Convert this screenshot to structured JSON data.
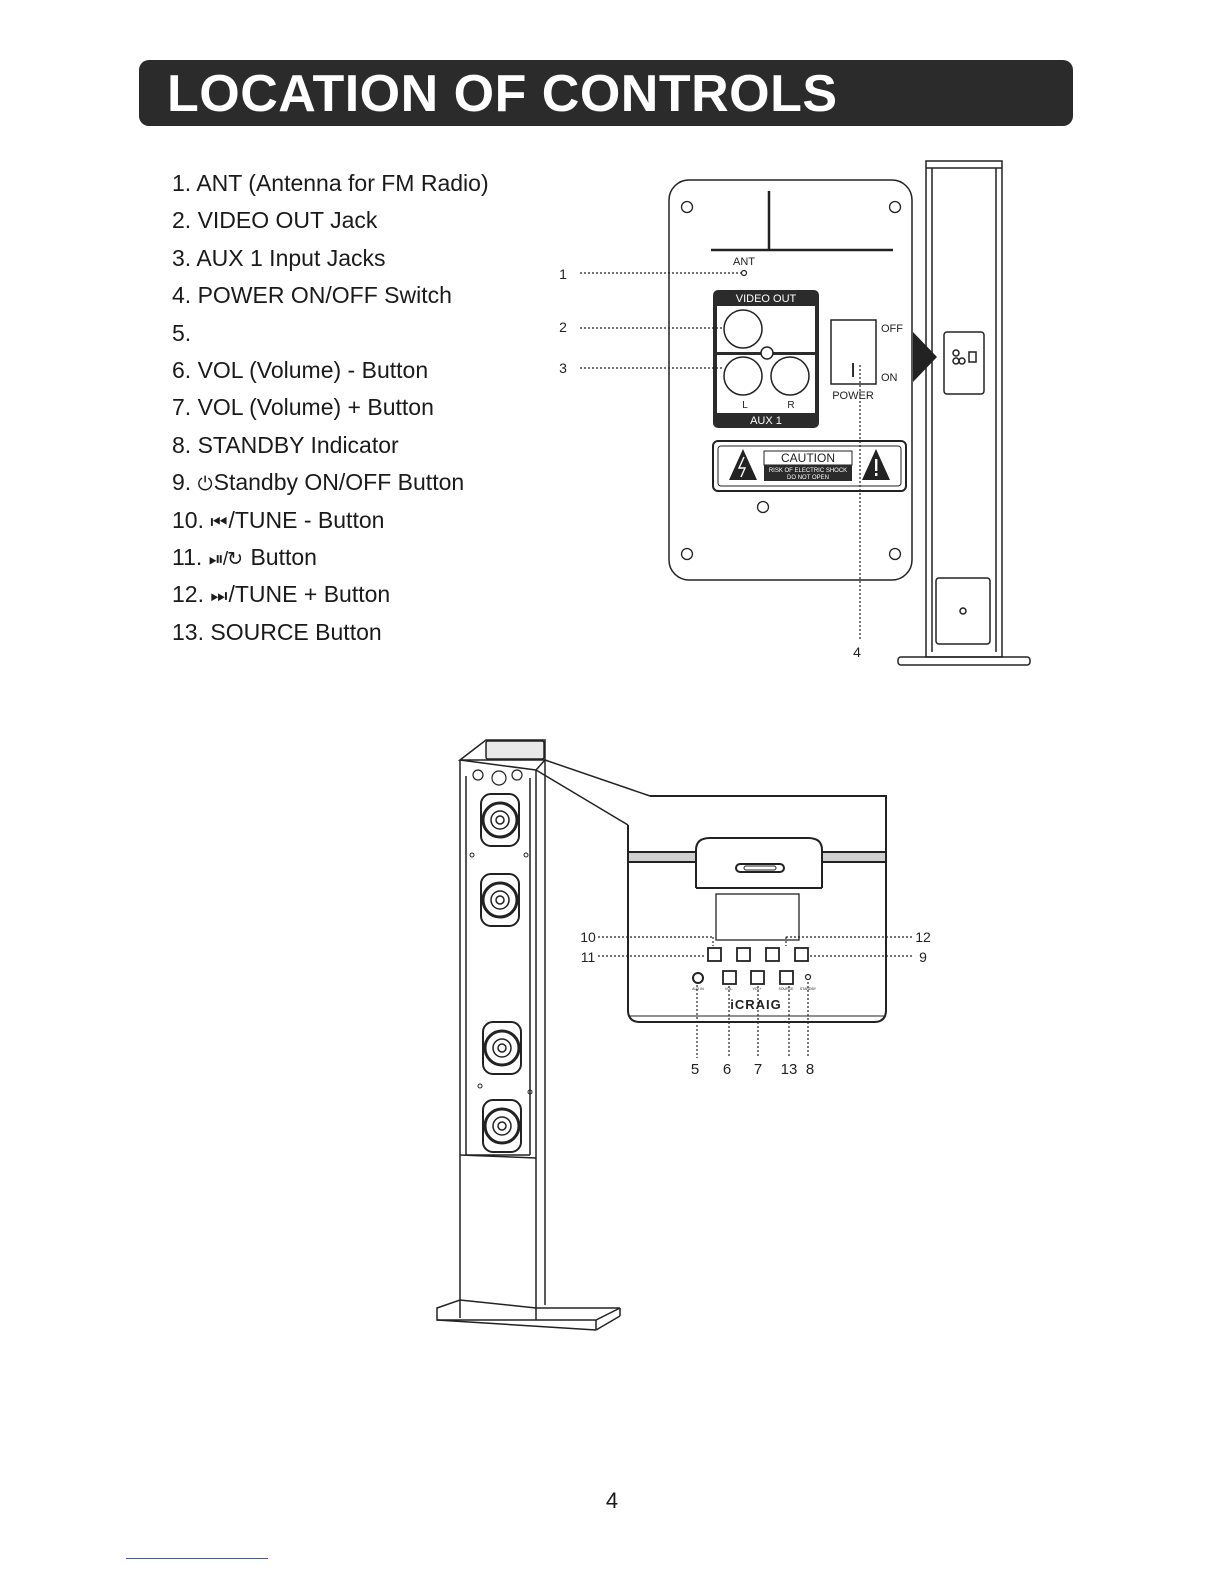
{
  "header": {
    "title": "LOCATION OF CONTROLS"
  },
  "controls": [
    {
      "num": "1.",
      "icon": "",
      "text": "ANT (Antenna for FM Radio)"
    },
    {
      "num": "2.",
      "icon": "",
      "text": "VIDEO OUT Jack"
    },
    {
      "num": "3.",
      "icon": "",
      "text": "AUX 1 Input Jacks"
    },
    {
      "num": "4.",
      "icon": "",
      "text": "POWER ON/OFF Switch"
    },
    {
      "num": "5.",
      "icon": "",
      "text": ""
    },
    {
      "num": "6.",
      "icon": "",
      "text": "VOL (Volume) - Button"
    },
    {
      "num": "7.",
      "icon": "",
      "text": "VOL (Volume) + Button"
    },
    {
      "num": "8.",
      "icon": "",
      "text": "STANDBY Indicator"
    },
    {
      "num": "9.",
      "icon": "⏻",
      "text": "Standby ON/OFF Button"
    },
    {
      "num": "10.",
      "icon": "⏮",
      "text": "/TUNE - Button"
    },
    {
      "num": "11.",
      "icon": "⏯/↻",
      "text": "Button"
    },
    {
      "num": "12.",
      "icon": "⏭",
      "text": "/TUNE + Button"
    },
    {
      "num": "13.",
      "icon": "",
      "text": "SOURCE Button"
    }
  ],
  "rear_panel": {
    "ant": "ANT",
    "video_out": "VIDEO OUT",
    "aux1": "AUX 1",
    "left": "L",
    "right": "R",
    "off": "OFF",
    "on": "ON",
    "power": "POWER",
    "switch_mark": "I",
    "caution": "CAUTION",
    "caution_line1": "RISK OF ELECTRIC SHOCK",
    "caution_line2": "DO NOT OPEN",
    "callouts": {
      "c1": "1",
      "c2": "2",
      "c3": "3",
      "c4": "4"
    }
  },
  "top_panel": {
    "brand": "iCRAIG",
    "tiny_labels": {
      "aux_in": "AUX IN",
      "vol_minus": "VOL-",
      "vol_plus": "VOL+",
      "source": "SOURCE",
      "standby": "STANDBY"
    },
    "callouts": {
      "c10": "10",
      "c11": "11",
      "c12": "12",
      "c9": "9",
      "c5": "5",
      "c6": "6",
      "c7": "7",
      "c13": "13",
      "c8": "8"
    }
  },
  "footer": {
    "page_number": "4"
  }
}
